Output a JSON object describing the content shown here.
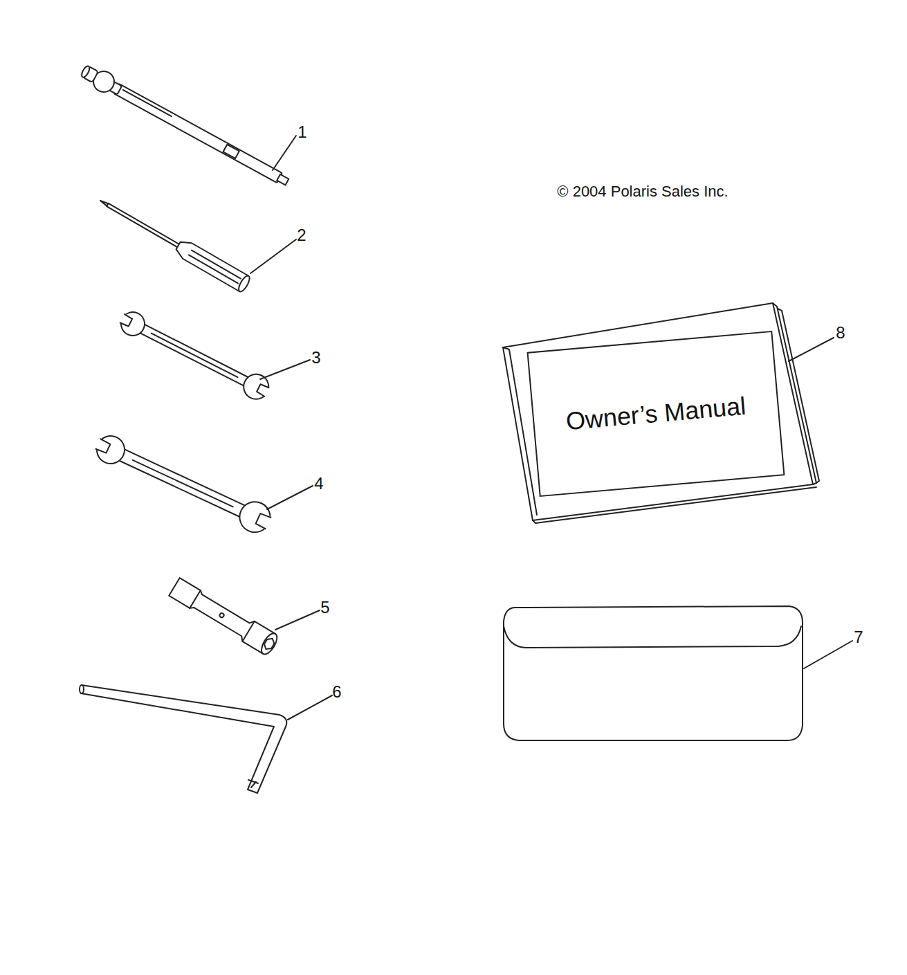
{
  "diagram": {
    "nodes": [
      {
        "text": [
          "Owner’s Manual"
        ]
      }
    ],
    "labels": [
      "1",
      "2",
      "3",
      "4",
      "5",
      "6",
      "7",
      "8",
      "© 2004 Polaris Sales Inc."
    ]
  }
}
